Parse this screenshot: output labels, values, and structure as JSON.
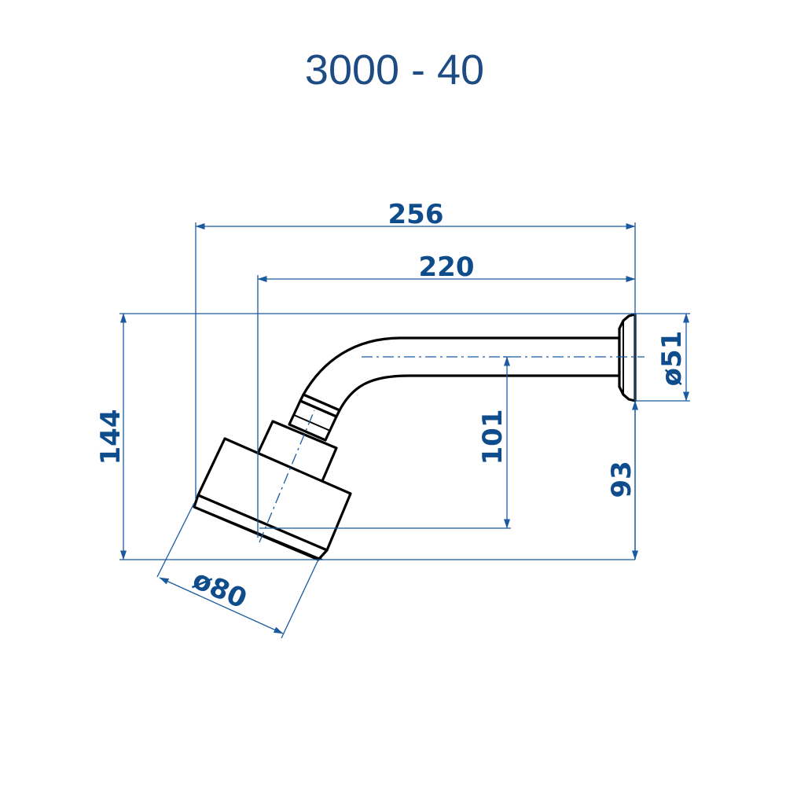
{
  "title": "3000 - 40",
  "dimensions": {
    "overall_length": "256",
    "arm_length": "220",
    "overall_height": "144",
    "drop": "101",
    "wall_to_head": "93",
    "flange_diameter": "ø51",
    "head_diameter": "ø80"
  },
  "colors": {
    "title": "#1d4c84",
    "dimension_text": "#0f4c8c",
    "dimension_lines": "#1a5aa0",
    "outline": "#000000"
  }
}
